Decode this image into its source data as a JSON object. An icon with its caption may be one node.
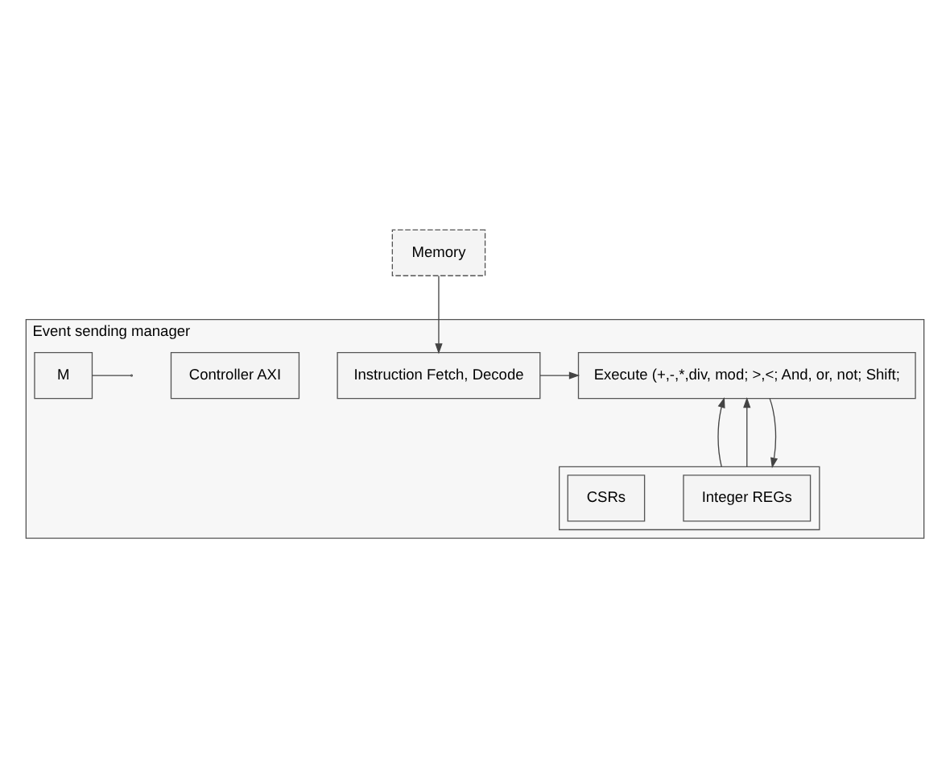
{
  "diagram": {
    "nodes": [
      {
        "text": [
          "Event sending manager"
        ]
      },
      {
        "text": [
          "Instruction Fetch, Decode"
        ],
        "in": 0
      },
      {
        "text": [
          "Execute (+,-,*,div, mod; >,<; And, or, not; Shift;"
        ],
        "in": 0
      },
      {
        "text": [
          "Controller AXI"
        ],
        "in": 0
      },
      {
        "text": [
          "M"
        ],
        "in": 0
      },
      {
        "text": [],
        "shape": "box",
        "in": 0
      },
      {
        "text": [
          "Integer REGs"
        ],
        "in": 5
      },
      {
        "text": [
          "CSRs"
        ],
        "in": 5
      },
      {
        "text": [
          "Memory"
        ]
      }
    ],
    "edges": [
      {
        "from": 1,
        "to": 2,
        "arrow": "to"
      },
      {
        "from": 5,
        "to": 2,
        "arrow": "to"
      },
      {
        "from": 5,
        "to": 2,
        "arrow": "to"
      },
      {
        "from": 2,
        "to": 5,
        "arrow": "to"
      },
      {
        "from": 8,
        "to": 1,
        "arrow": "to"
      },
      {
        "from": 4,
        "to": null,
        "arrow": "none"
      }
    ]
  }
}
